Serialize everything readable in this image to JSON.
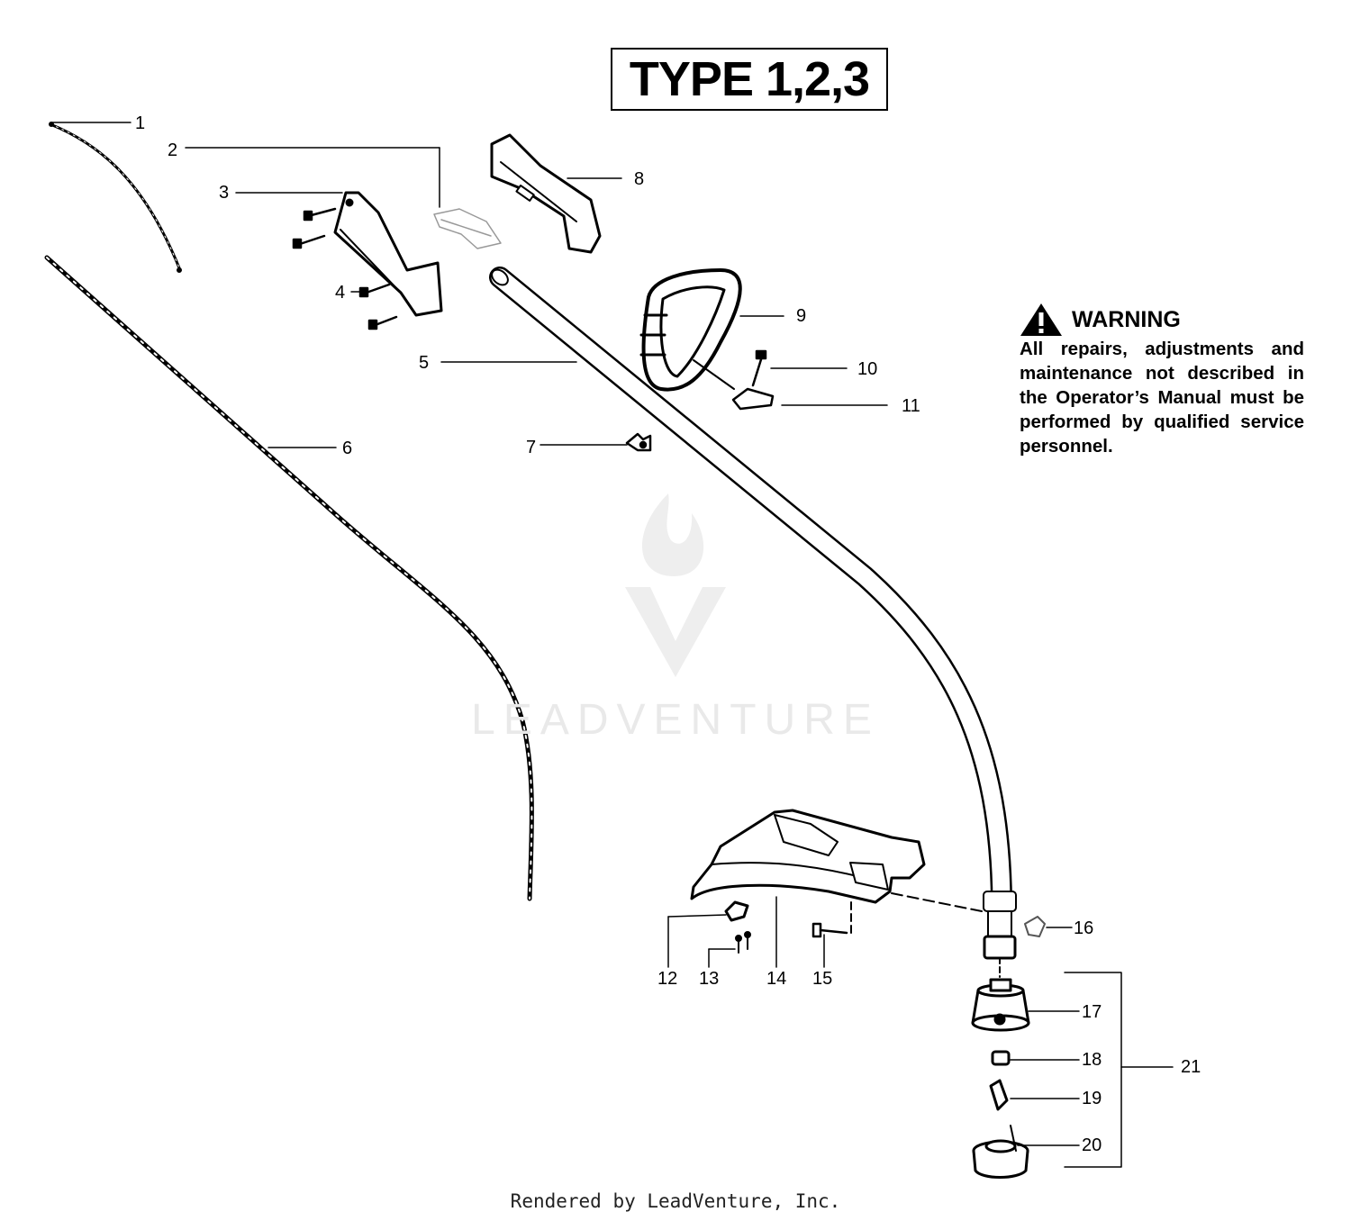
{
  "title": "TYPE 1,2,3",
  "callouts": [
    {
      "id": "1",
      "label": "1"
    },
    {
      "id": "2",
      "label": "2"
    },
    {
      "id": "3",
      "label": "3"
    },
    {
      "id": "4",
      "label": "4"
    },
    {
      "id": "5",
      "label": "5"
    },
    {
      "id": "6",
      "label": "6"
    },
    {
      "id": "7",
      "label": "7"
    },
    {
      "id": "8",
      "label": "8"
    },
    {
      "id": "9",
      "label": "9"
    },
    {
      "id": "10",
      "label": "10"
    },
    {
      "id": "11",
      "label": "11"
    },
    {
      "id": "12",
      "label": "12"
    },
    {
      "id": "13",
      "label": "13"
    },
    {
      "id": "14",
      "label": "14"
    },
    {
      "id": "15",
      "label": "15"
    },
    {
      "id": "16",
      "label": "16"
    },
    {
      "id": "17",
      "label": "17"
    },
    {
      "id": "18",
      "label": "18"
    },
    {
      "id": "19",
      "label": "19"
    },
    {
      "id": "20",
      "label": "20"
    },
    {
      "id": "21",
      "label": "21"
    }
  ],
  "warning": {
    "heading": "WARNING",
    "text": "All repairs, adjustments and maintenance not described in the Operator’s Manual must be performed by qualified service personnel."
  },
  "watermark": "LEADVENTURE",
  "footer": "Rendered by LeadVenture, Inc.",
  "colors": {
    "ink": "#000000",
    "watermark": "#e9e9e9",
    "paper": "#ffffff"
  }
}
